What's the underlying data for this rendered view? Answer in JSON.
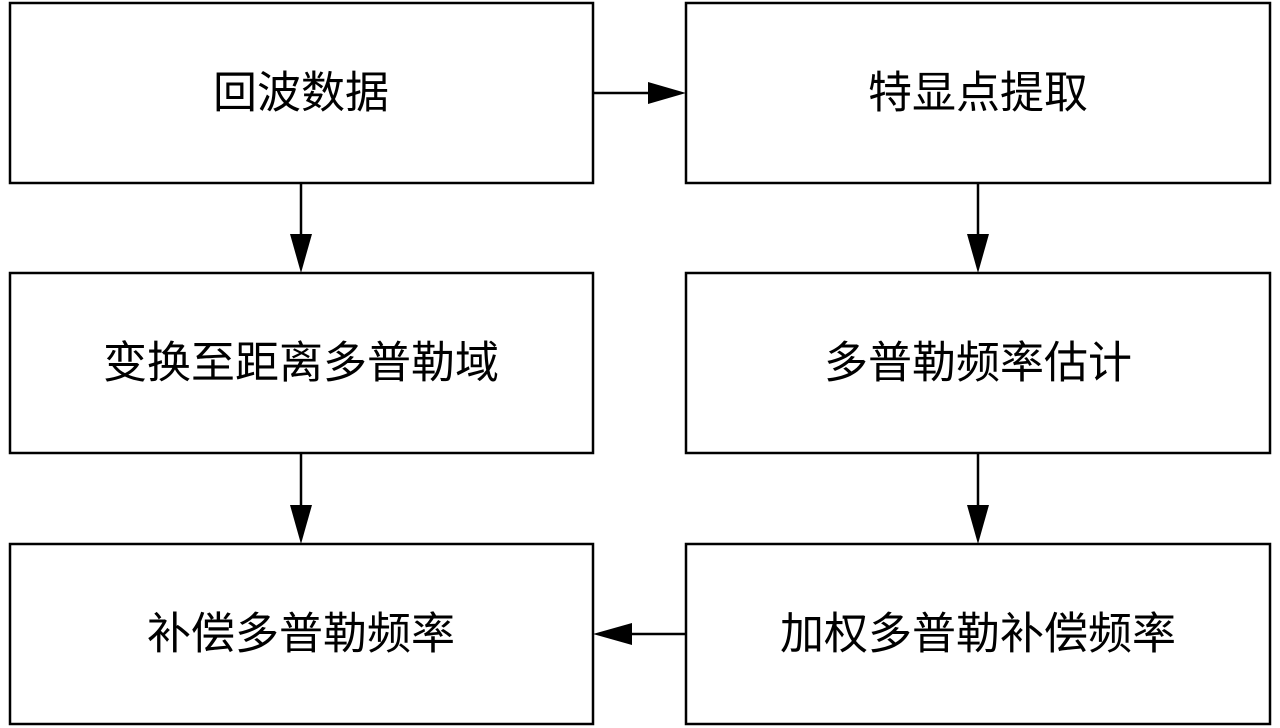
{
  "diagram": {
    "nodes": [
      {
        "id": "echo-data",
        "label": "回波数据"
      },
      {
        "id": "feature-point-extraction",
        "label": "特显点提取"
      },
      {
        "id": "range-doppler-transform",
        "label": "变换至距离多普勒域"
      },
      {
        "id": "doppler-frequency-estimation",
        "label": "多普勒频率估计"
      },
      {
        "id": "compensate-doppler",
        "label": "补偿多普勒频率"
      },
      {
        "id": "weighted-doppler-compensation",
        "label": "加权多普勒补偿频率"
      }
    ],
    "edges": [
      {
        "from": "echo-data",
        "to": "feature-point-extraction"
      },
      {
        "from": "echo-data",
        "to": "range-doppler-transform"
      },
      {
        "from": "feature-point-extraction",
        "to": "doppler-frequency-estimation"
      },
      {
        "from": "range-doppler-transform",
        "to": "compensate-doppler"
      },
      {
        "from": "doppler-frequency-estimation",
        "to": "weighted-doppler-compensation"
      },
      {
        "from": "weighted-doppler-compensation",
        "to": "compensate-doppler"
      }
    ],
    "colors": {
      "stroke": "#000000",
      "fill": "#ffffff",
      "text": "#000000"
    }
  }
}
